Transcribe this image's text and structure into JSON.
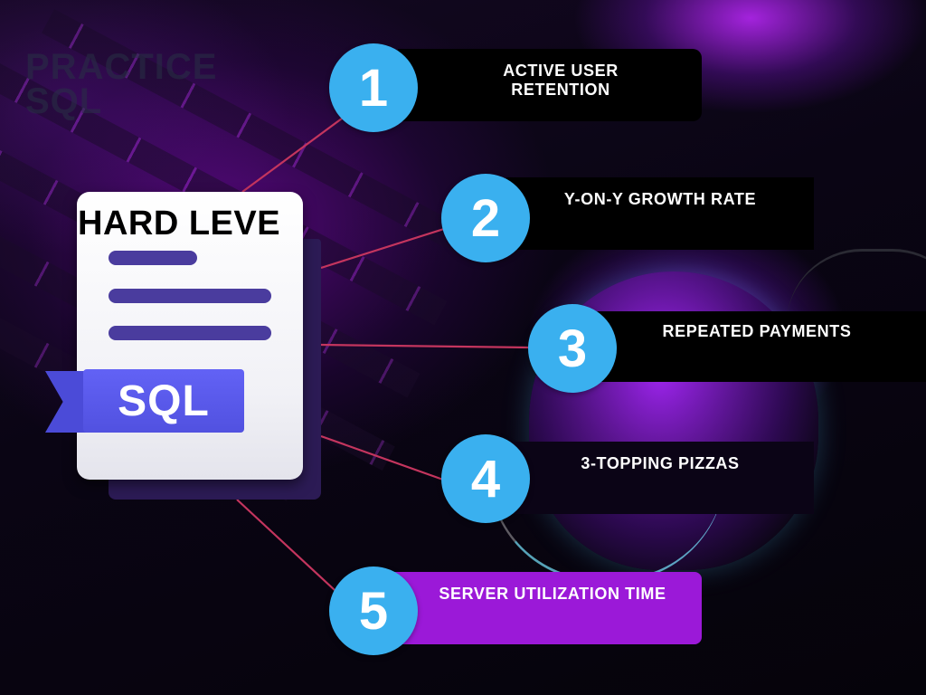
{
  "watermark": "PRACTICE\nSQL",
  "document": {
    "title": "HARD LEVE",
    "badge_text": "SQL"
  },
  "items": [
    {
      "number": "1",
      "label": "ACTIVE USER RETENTION",
      "box_color": "#000000"
    },
    {
      "number": "2",
      "label": "Y-ON-Y GROWTH RATE",
      "box_color": "#000000"
    },
    {
      "number": "3",
      "label": "REPEATED PAYMENTS",
      "box_color": "#000000"
    },
    {
      "number": "4",
      "label": "3-TOPPING PIZZAS",
      "box_color": "#0b0416"
    },
    {
      "number": "5",
      "label": "SERVER UTILIZATION TIME",
      "box_color": "#9b19d8"
    }
  ],
  "colors": {
    "badge": "#3ab0ef",
    "connector": "#c4355e",
    "document_lines": "#4a3c9e",
    "ribbon": "#5858ea"
  }
}
